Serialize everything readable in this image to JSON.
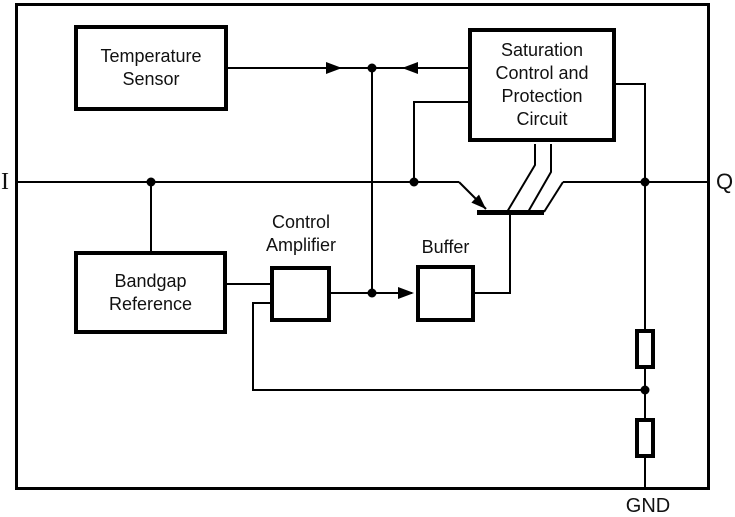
{
  "diagram": {
    "type": "regulator-block-diagram",
    "colors": {
      "line": "#000000",
      "background": "#ffffff",
      "text": "#111111"
    },
    "blocks": {
      "temperature_sensor": {
        "line1": "Temperature",
        "line2": "Sensor"
      },
      "saturation_control": {
        "line1": "Saturation",
        "line2": "Control and",
        "line3": "Protection",
        "line4": "Circuit"
      },
      "bandgap_reference": {
        "line1": "Bandgap",
        "line2": "Reference"
      },
      "control_amplifier": {
        "line1": "Control",
        "line2": "Amplifier"
      },
      "buffer": {
        "label": "Buffer"
      }
    },
    "pins": {
      "input": "I",
      "output": "Q",
      "ground": "GND"
    },
    "symbols": {
      "pass_transistor": "pnp-pass-transistor-icon",
      "resistors": [
        "feedback-resistor-top-icon",
        "feedback-resistor-bottom-icon"
      ],
      "amplifier_glyphs": [
        "control-amplifier-triangle-icon",
        "buffer-triangle-icon"
      ]
    }
  }
}
